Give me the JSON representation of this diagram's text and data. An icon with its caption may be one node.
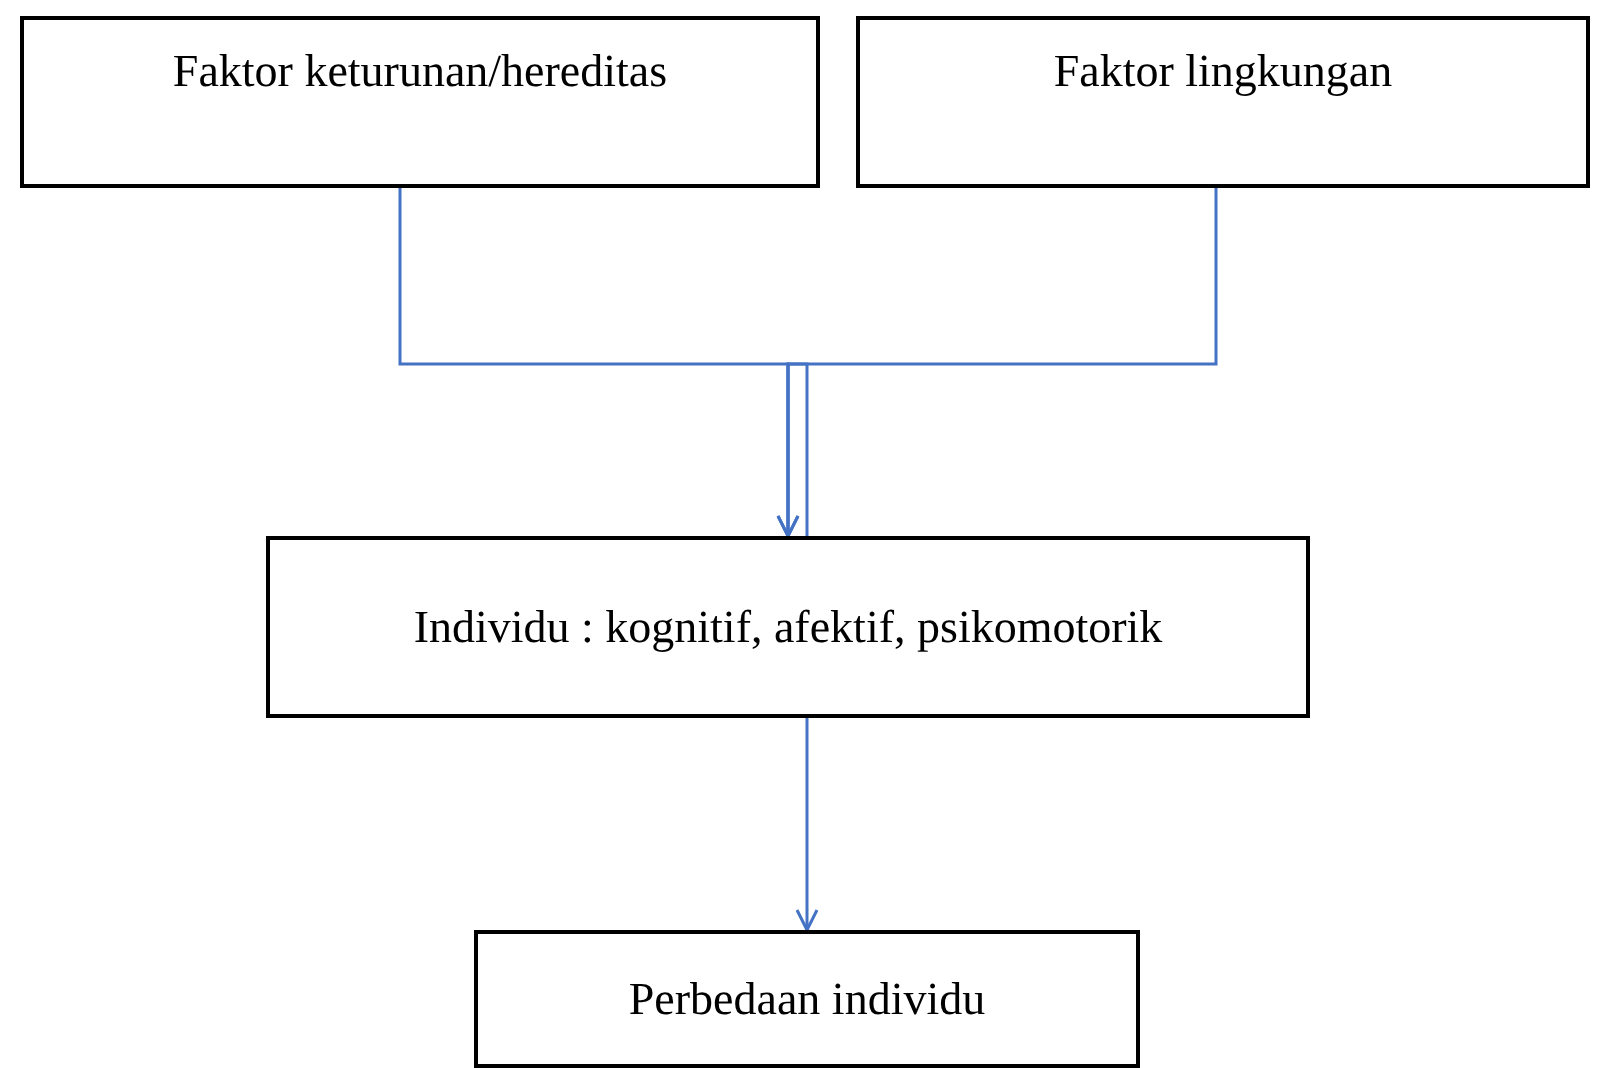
{
  "diagram": {
    "nodes": [
      {
        "text": [
          "Faktor keturunan/hereditas"
        ]
      },
      {
        "text": [
          "Faktor lingkungan"
        ]
      },
      {
        "text": [
          "Individu : kognitif, afektif, psikomotorik"
        ]
      },
      {
        "text": [
          "Perbedaan individu"
        ]
      }
    ],
    "edges": [
      {
        "from": 0,
        "to": 2,
        "arrow": "to"
      },
      {
        "from": 1,
        "to": 2,
        "arrow": "to"
      },
      {
        "from": 2,
        "to": 3,
        "arrow": "to"
      }
    ]
  }
}
